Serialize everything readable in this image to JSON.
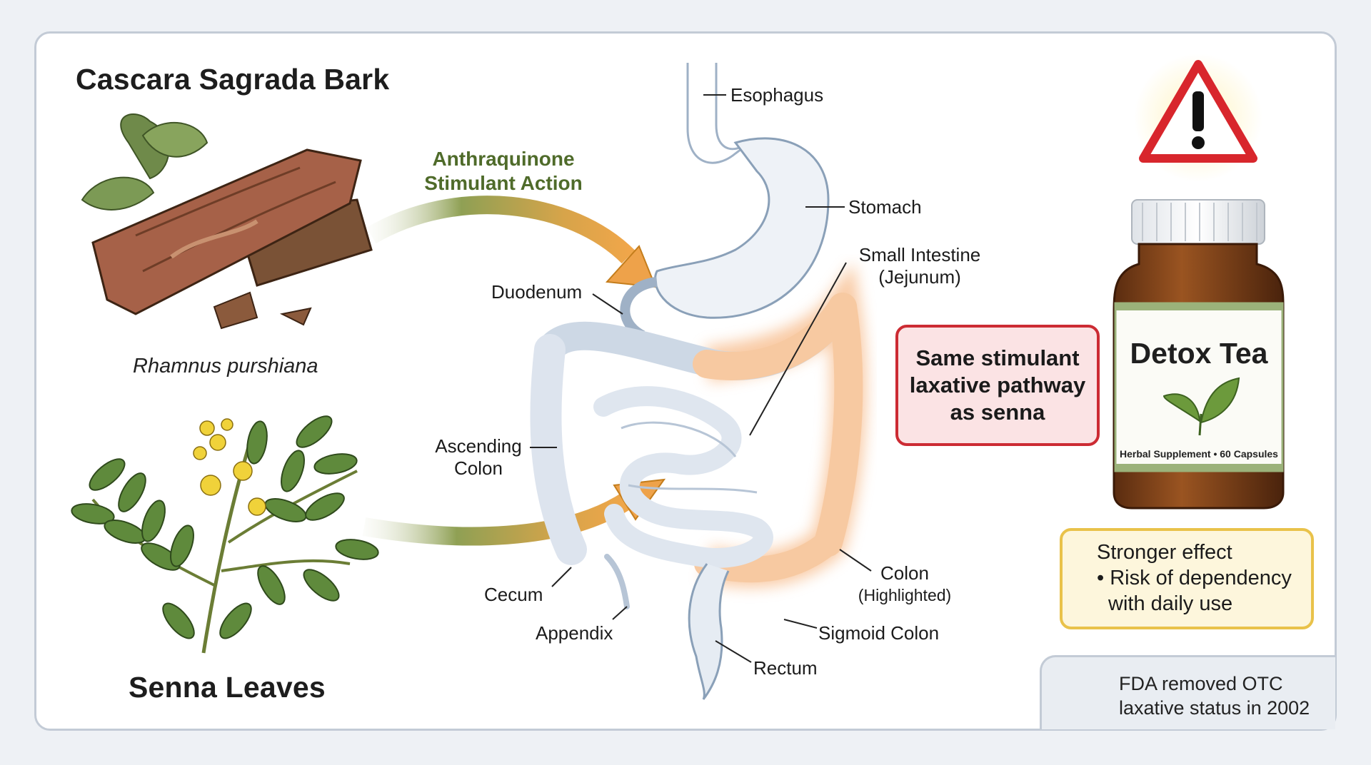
{
  "titles": {
    "cascara": "Cascara Sagrada Bark",
    "cascara_latin": "Rhamnus purshiana",
    "senna": "Senna Leaves"
  },
  "arrow_label": {
    "line1": "Anthraquinone",
    "line2": "Stimulant Action"
  },
  "anatomy_labels": {
    "esophagus": "Esophagus",
    "stomach": "Stomach",
    "small_intestine_1": "Small Intestine",
    "small_intestine_2": "(Jejunum)",
    "duodenum": "Duodenum",
    "ascending_colon_1": "Ascending",
    "ascending_colon_2": "Colon",
    "cecum": "Cecum",
    "appendix": "Appendix",
    "rectum": "Rectum",
    "sigmoid_colon": "Sigmoid Colon",
    "colon_1": "Colon",
    "colon_2": "(Highlighted)"
  },
  "warning_box": {
    "line1": "Same stimulant",
    "line2": "laxative pathway",
    "line3": "as senna"
  },
  "bottle": {
    "label": "Detox Tea",
    "sublabel": "Herbal Supplement • 60 Capsules"
  },
  "effects_box": {
    "item1": "Stronger effect",
    "item2_line1": "• Risk of dependency",
    "item2_line2": "with daily use"
  },
  "fda_note": {
    "line1": "FDA removed OTC",
    "line2": "laxative status in 2002"
  },
  "icons": {
    "warning": "warning-triangle-icon",
    "clock_gear": "clock-gear-icon",
    "leaf": "leaf-icon"
  },
  "colors": {
    "highlight_colon": "#f4a15d",
    "warning_red": "#cc2b33",
    "arrow_green": "#8a9b4e",
    "arrow_orange": "#eea24a",
    "bullet_yellow": "#e9b52e"
  }
}
